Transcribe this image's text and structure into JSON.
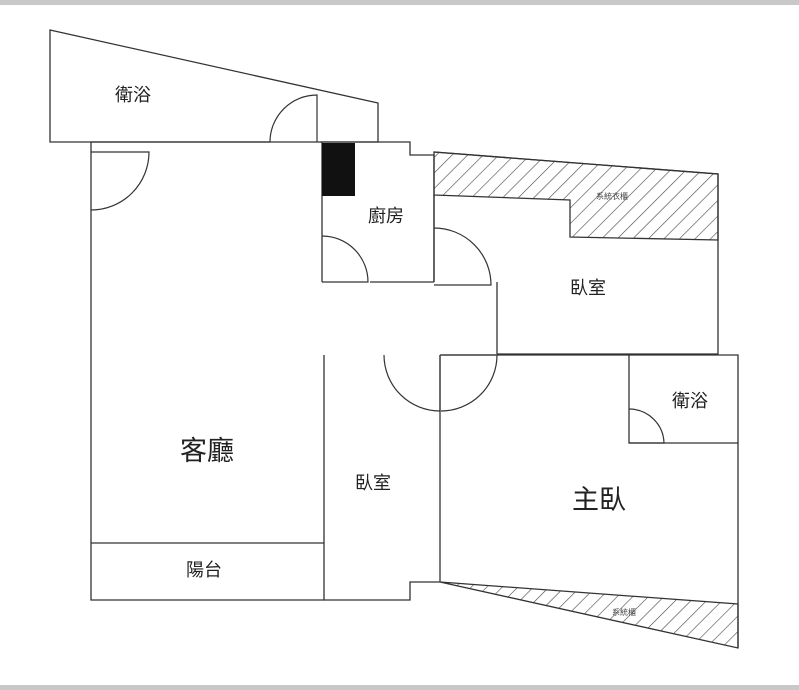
{
  "rooms": {
    "bath_top": "衛浴",
    "kitchen": "廚房",
    "bedroom_upper": "臥室",
    "bath_master": "衛浴",
    "living": "客廳",
    "bedroom_middle": "臥室",
    "master": "主臥",
    "balcony": "陽台"
  },
  "annotations": {
    "wardrobe_upper": "系統衣櫃",
    "cabinet_lower": "系統櫃"
  },
  "colors": {
    "wall": "#333333",
    "hatch": "#444444",
    "fixture": "#111111",
    "background": "#ffffff",
    "frame": "#c8c8c8"
  }
}
